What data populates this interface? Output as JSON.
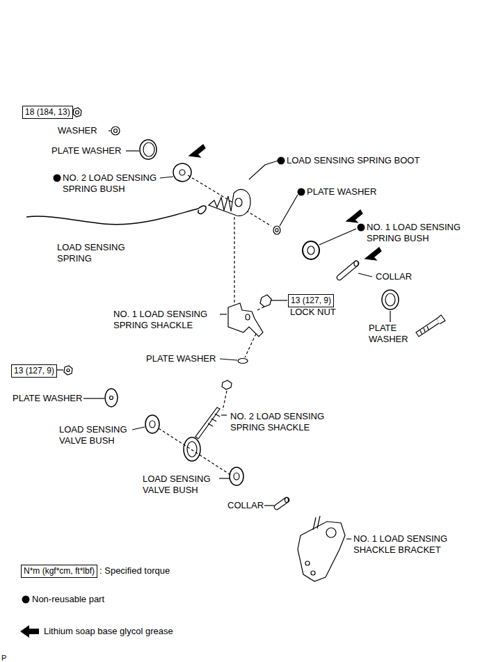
{
  "diagram": {
    "nodes": [
      {
        "text": [
          "18 (184, 13)"
        ]
      },
      {
        "text": [
          "13 (127, 9)"
        ]
      },
      {
        "text": [
          "13 (127, 9)"
        ]
      },
      {
        "text": [
          "N*m (kgf*cm, ft*lbf)"
        ]
      }
    ],
    "labels": [
      "WASHER",
      "PLATE WASHER",
      "NO. 2 LOAD SENSING SPRING BUSH",
      "LOAD SENSING SPRING BOOT",
      "PLATE WASHER",
      "NO. 1 LOAD SENSING SPRING BUSH",
      "LOAD SENSING SPRING",
      "COLLAR",
      "PLATE WASHER",
      "NO. 1 LOAD SENSING SPRING SHACKLE",
      "LOCK NUT",
      "PLATE WASHER",
      "PLATE WASHER",
      "NO. 2 LOAD SENSING SPRING SHACKLE",
      "LOAD SENSING VALVE BUSH",
      "LOAD SENSING VALVE BUSH",
      "COLLAR",
      "NO. 1 LOAD SENSING SHACKLE BRACKET",
      "P"
    ],
    "legend": [
      {
        "text": ": Specified torque"
      },
      {
        "text": "Non-reusable part"
      },
      {
        "text": "Lithium soap base glycol grease"
      }
    ]
  }
}
